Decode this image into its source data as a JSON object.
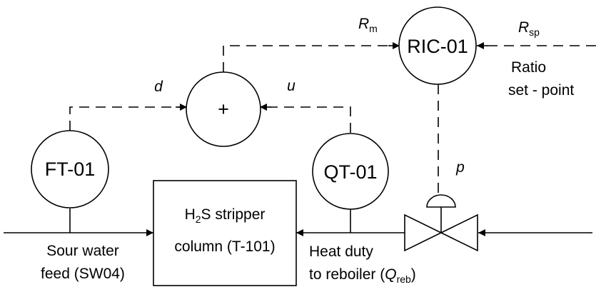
{
  "instruments": {
    "ft": "FT-01",
    "qt": "QT-01",
    "ric": "RIC-01",
    "sum": "+"
  },
  "column": {
    "line1_a": "H",
    "line1_sub": "2",
    "line1_b": "S stripper",
    "line2": "column  (T-101)"
  },
  "signals": {
    "d": "d",
    "u": "u",
    "p": "p",
    "rm_main": "R",
    "rm_sub": "m",
    "rsp_main": "R",
    "rsp_sub": "sp"
  },
  "setpoint": {
    "line1": "Ratio",
    "line2": "set - point"
  },
  "feed": {
    "line1": "Sour water",
    "line2": "feed (SW04)"
  },
  "heat": {
    "line1": "Heat duty",
    "line2_a": "to reboiler (",
    "line2_q": "Q",
    "line2_sub": "reb",
    "line2_b": ")"
  },
  "colors": {
    "stroke": "#000000",
    "background": "#ffffff"
  }
}
